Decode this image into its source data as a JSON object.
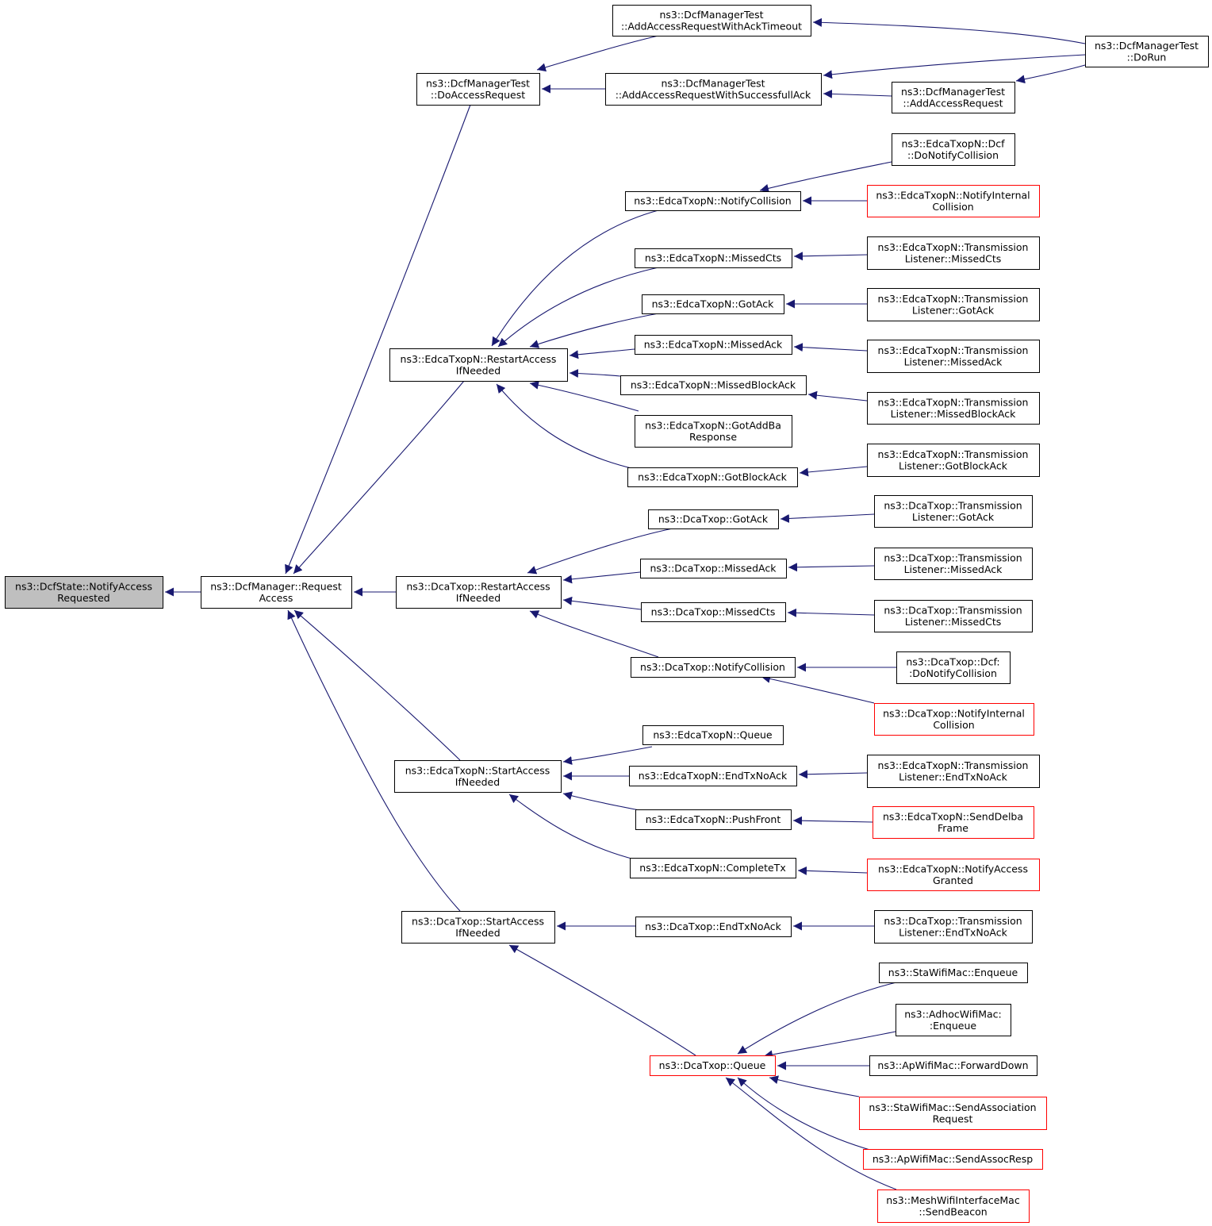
{
  "colors": {
    "background": "#ffffff",
    "edge": "#191970",
    "border_normal": "#000000",
    "border_truncated": "#ff0000",
    "root_fill": "#bfbfbf",
    "node_fill": "#ffffff"
  },
  "nodes": [
    {
      "id": "n1",
      "lines": [
        "ns3::DcfState::NotifyAccess",
        "Requested"
      ],
      "root": true
    },
    {
      "id": "n2",
      "lines": [
        "ns3::DcfManager::Request",
        "Access"
      ]
    },
    {
      "id": "n3",
      "lines": [
        "ns3::DcfManagerTest",
        "::DoAccessRequest"
      ]
    },
    {
      "id": "n4",
      "lines": [
        "ns3::DcfManagerTest",
        "::AddAccessRequestWithAckTimeout"
      ]
    },
    {
      "id": "n5",
      "lines": [
        "ns3::DcfManagerTest",
        "::AddAccessRequestWithSuccessfullAck"
      ]
    },
    {
      "id": "n6",
      "lines": [
        "ns3::DcfManagerTest",
        "::DoRun"
      ]
    },
    {
      "id": "n7",
      "lines": [
        "ns3::DcfManagerTest",
        "::AddAccessRequest"
      ]
    },
    {
      "id": "n8",
      "lines": [
        "ns3::EdcaTxopN::RestartAccess",
        "IfNeeded"
      ]
    },
    {
      "id": "n9",
      "lines": [
        "ns3::EdcaTxopN::NotifyCollision"
      ]
    },
    {
      "id": "n10",
      "lines": [
        "ns3::EdcaTxopN::Dcf",
        "::DoNotifyCollision"
      ]
    },
    {
      "id": "n11",
      "lines": [
        "ns3::EdcaTxopN::NotifyInternal",
        "Collision"
      ],
      "truncated": true
    },
    {
      "id": "n12",
      "lines": [
        "ns3::EdcaTxopN::MissedCts"
      ]
    },
    {
      "id": "n13",
      "lines": [
        "ns3::EdcaTxopN::Transmission",
        "Listener::MissedCts"
      ]
    },
    {
      "id": "n14",
      "lines": [
        "ns3::EdcaTxopN::GotAck"
      ]
    },
    {
      "id": "n15",
      "lines": [
        "ns3::EdcaTxopN::Transmission",
        "Listener::GotAck"
      ]
    },
    {
      "id": "n16",
      "lines": [
        "ns3::EdcaTxopN::MissedAck"
      ]
    },
    {
      "id": "n17",
      "lines": [
        "ns3::EdcaTxopN::Transmission",
        "Listener::MissedAck"
      ]
    },
    {
      "id": "n18",
      "lines": [
        "ns3::EdcaTxopN::MissedBlockAck"
      ]
    },
    {
      "id": "n19",
      "lines": [
        "ns3::EdcaTxopN::Transmission",
        "Listener::MissedBlockAck"
      ]
    },
    {
      "id": "n20",
      "lines": [
        "ns3::EdcaTxopN::GotAddBa",
        "Response"
      ]
    },
    {
      "id": "n21",
      "lines": [
        "ns3::EdcaTxopN::GotBlockAck"
      ]
    },
    {
      "id": "n22",
      "lines": [
        "ns3::EdcaTxopN::Transmission",
        "Listener::GotBlockAck"
      ]
    },
    {
      "id": "n23",
      "lines": [
        "ns3::DcaTxop::RestartAccess",
        "IfNeeded"
      ]
    },
    {
      "id": "n24",
      "lines": [
        "ns3::DcaTxop::GotAck"
      ]
    },
    {
      "id": "n25",
      "lines": [
        "ns3::DcaTxop::Transmission",
        "Listener::GotAck"
      ]
    },
    {
      "id": "n26",
      "lines": [
        "ns3::DcaTxop::MissedAck"
      ]
    },
    {
      "id": "n27",
      "lines": [
        "ns3::DcaTxop::Transmission",
        "Listener::MissedAck"
      ]
    },
    {
      "id": "n28",
      "lines": [
        "ns3::DcaTxop::MissedCts"
      ]
    },
    {
      "id": "n29",
      "lines": [
        "ns3::DcaTxop::Transmission",
        "Listener::MissedCts"
      ]
    },
    {
      "id": "n30",
      "lines": [
        "ns3::DcaTxop::NotifyCollision"
      ]
    },
    {
      "id": "n31",
      "lines": [
        "ns3::DcaTxop::Dcf:",
        ":DoNotifyCollision"
      ]
    },
    {
      "id": "n32",
      "lines": [
        "ns3::DcaTxop::NotifyInternal",
        "Collision"
      ],
      "truncated": true
    },
    {
      "id": "n33",
      "lines": [
        "ns3::EdcaTxopN::StartAccess",
        "IfNeeded"
      ]
    },
    {
      "id": "n34",
      "lines": [
        "ns3::EdcaTxopN::Queue"
      ]
    },
    {
      "id": "n35",
      "lines": [
        "ns3::EdcaTxopN::EndTxNoAck"
      ]
    },
    {
      "id": "n36",
      "lines": [
        "ns3::EdcaTxopN::Transmission",
        "Listener::EndTxNoAck"
      ]
    },
    {
      "id": "n37",
      "lines": [
        "ns3::EdcaTxopN::PushFront"
      ]
    },
    {
      "id": "n38",
      "lines": [
        "ns3::EdcaTxopN::SendDelba",
        "Frame"
      ],
      "truncated": true
    },
    {
      "id": "n39",
      "lines": [
        "ns3::EdcaTxopN::CompleteTx"
      ]
    },
    {
      "id": "n40",
      "lines": [
        "ns3::EdcaTxopN::NotifyAccess",
        "Granted"
      ],
      "truncated": true
    },
    {
      "id": "n41",
      "lines": [
        "ns3::DcaTxop::StartAccess",
        "IfNeeded"
      ]
    },
    {
      "id": "n42",
      "lines": [
        "ns3::DcaTxop::EndTxNoAck"
      ]
    },
    {
      "id": "n43",
      "lines": [
        "ns3::DcaTxop::Transmission",
        "Listener::EndTxNoAck"
      ]
    },
    {
      "id": "n44",
      "lines": [
        "ns3::DcaTxop::Queue"
      ],
      "truncated": true
    },
    {
      "id": "n45",
      "lines": [
        "ns3::StaWifiMac::Enqueue"
      ]
    },
    {
      "id": "n46",
      "lines": [
        "ns3::AdhocWifiMac:",
        ":Enqueue"
      ]
    },
    {
      "id": "n47",
      "lines": [
        "ns3::ApWifiMac::ForwardDown"
      ]
    },
    {
      "id": "n48",
      "lines": [
        "ns3::StaWifiMac::SendAssociation",
        "Request"
      ],
      "truncated": true
    },
    {
      "id": "n49",
      "lines": [
        "ns3::ApWifiMac::SendAssocResp"
      ],
      "truncated": true
    },
    {
      "id": "n50",
      "lines": [
        "ns3::MeshWifiInterfaceMac",
        "::SendBeacon"
      ],
      "truncated": true
    }
  ],
  "edges": [
    {
      "from": "n2",
      "to": "n1"
    },
    {
      "from": "n3",
      "to": "n2"
    },
    {
      "from": "n8",
      "to": "n2"
    },
    {
      "from": "n23",
      "to": "n2"
    },
    {
      "from": "n33",
      "to": "n2"
    },
    {
      "from": "n41",
      "to": "n2"
    },
    {
      "from": "n4",
      "to": "n3"
    },
    {
      "from": "n5",
      "to": "n3"
    },
    {
      "from": "n6",
      "to": "n4"
    },
    {
      "from": "n6",
      "to": "n5"
    },
    {
      "from": "n7",
      "to": "n5"
    },
    {
      "from": "n6",
      "to": "n7"
    },
    {
      "from": "n9",
      "to": "n8"
    },
    {
      "from": "n12",
      "to": "n8"
    },
    {
      "from": "n14",
      "to": "n8"
    },
    {
      "from": "n16",
      "to": "n8"
    },
    {
      "from": "n18",
      "to": "n8"
    },
    {
      "from": "n20",
      "to": "n8"
    },
    {
      "from": "n21",
      "to": "n8"
    },
    {
      "from": "n10",
      "to": "n9"
    },
    {
      "from": "n11",
      "to": "n9"
    },
    {
      "from": "n13",
      "to": "n12"
    },
    {
      "from": "n15",
      "to": "n14"
    },
    {
      "from": "n17",
      "to": "n16"
    },
    {
      "from": "n19",
      "to": "n18"
    },
    {
      "from": "n22",
      "to": "n21"
    },
    {
      "from": "n24",
      "to": "n23"
    },
    {
      "from": "n26",
      "to": "n23"
    },
    {
      "from": "n28",
      "to": "n23"
    },
    {
      "from": "n30",
      "to": "n23"
    },
    {
      "from": "n25",
      "to": "n24"
    },
    {
      "from": "n27",
      "to": "n26"
    },
    {
      "from": "n29",
      "to": "n28"
    },
    {
      "from": "n31",
      "to": "n30"
    },
    {
      "from": "n32",
      "to": "n30"
    },
    {
      "from": "n34",
      "to": "n33"
    },
    {
      "from": "n35",
      "to": "n33"
    },
    {
      "from": "n37",
      "to": "n33"
    },
    {
      "from": "n39",
      "to": "n33"
    },
    {
      "from": "n36",
      "to": "n35"
    },
    {
      "from": "n38",
      "to": "n37"
    },
    {
      "from": "n40",
      "to": "n39"
    },
    {
      "from": "n42",
      "to": "n41"
    },
    {
      "from": "n44",
      "to": "n41"
    },
    {
      "from": "n43",
      "to": "n42"
    },
    {
      "from": "n45",
      "to": "n44"
    },
    {
      "from": "n46",
      "to": "n44"
    },
    {
      "from": "n47",
      "to": "n44"
    },
    {
      "from": "n48",
      "to": "n44"
    },
    {
      "from": "n49",
      "to": "n44"
    },
    {
      "from": "n50",
      "to": "n44"
    }
  ]
}
